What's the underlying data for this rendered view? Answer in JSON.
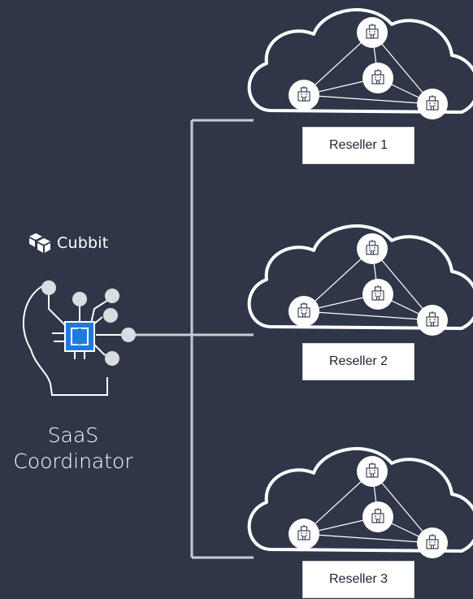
{
  "brand": {
    "name": "Cubbit",
    "logo_icon": "cubbit-logo-icon"
  },
  "coordinator": {
    "line1": "SaaS",
    "line2": "Coordinator",
    "icon": "brain-chip-icon"
  },
  "resellers": [
    {
      "label": "Reseller 1"
    },
    {
      "label": "Reseller 2"
    },
    {
      "label": "Reseller 3"
    }
  ],
  "colors": {
    "background": "#2e3648",
    "line": "#c8ccd3",
    "chip": "#1f7ae0",
    "node": "#d9dce1",
    "label_box": "#ffffff"
  }
}
